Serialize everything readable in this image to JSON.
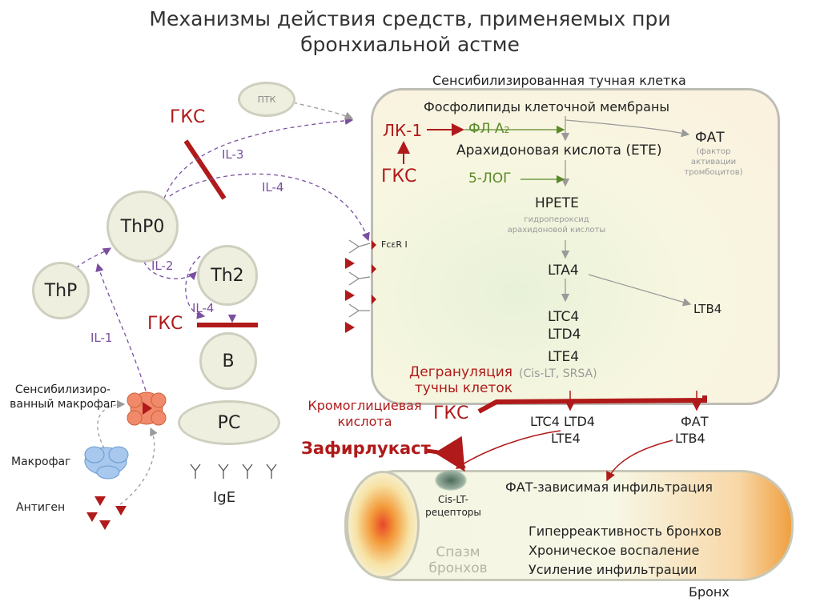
{
  "title": "Механизмы действия средств, применяемых при бронхиальной астме",
  "cell_label": "Сенсибилизированная тучная клетка",
  "pathway": {
    "membrane": "Фосфолипиды клеточной мембраны",
    "lk1": "ЛК-1",
    "fla2_main": "ФЛ А",
    "fla2_sub": "2",
    "arachidonic": "Арахидоновая кислота (ЕТЕ)",
    "fat": "ФАТ",
    "fat_desc": "(фактор активации тромбоцитов)",
    "gks_in": "ГКС",
    "lox5": "5-ЛОГ",
    "hpete": "HPETE",
    "hpete_desc": "гидропероксид арахидоновой кислоты",
    "lta4": "LTA4",
    "ltb4": "LTB4",
    "ltc4": "LTC4",
    "ltd4": "LTD4",
    "lte4": "LTE4",
    "cis_lt": "(Cis-LT, SRSA)",
    "fcer": "FcεR I"
  },
  "immune": {
    "ptk": "ПТК",
    "gks_top": "ГКС",
    "il3": "IL-3",
    "il4_top": "IL-4",
    "thp0": "ThP0",
    "thp": "ThP",
    "th2": "Th2",
    "il2": "IL-2",
    "il4_mid": "IL-4",
    "gks_mid": "ГКС",
    "b": "B",
    "il1": "IL-1",
    "pc": "PC",
    "ige": "IgE",
    "sens_macrophage": "Сенсибилизиро-ванный макрофаг",
    "macrophage": "Макрофаг",
    "antigen": "Антиген"
  },
  "drugs": {
    "degranulation": "Дегрануляция тучны клеток",
    "cromoglycic": "Кромоглициевая кислота",
    "gks_bottom": "ГКС",
    "zafirlukast": "Зафирлукаст"
  },
  "outputs": {
    "lt_group_line1": "LTC4 LTD4",
    "lt_group_line2": "LTE4",
    "fat_ltb4_line1": "ФАТ",
    "fat_ltb4_line2": "LTB4"
  },
  "bronchus": {
    "receptors": "Cis-LT-рецепторы",
    "spasm": "Спазм бронхов",
    "fat_infiltration": "ФАТ-зависимая инфильтрация",
    "effect1": "Гиперреактивность бронхов",
    "effect2": "Хроническое воспаление",
    "effect3": "Усиление инфильтрации",
    "label": "Бронх"
  },
  "colors": {
    "drug_red": "#b01a1a",
    "enzyme_green": "#5a8a2a",
    "cytokine_purple": "#7b4fa0"
  }
}
